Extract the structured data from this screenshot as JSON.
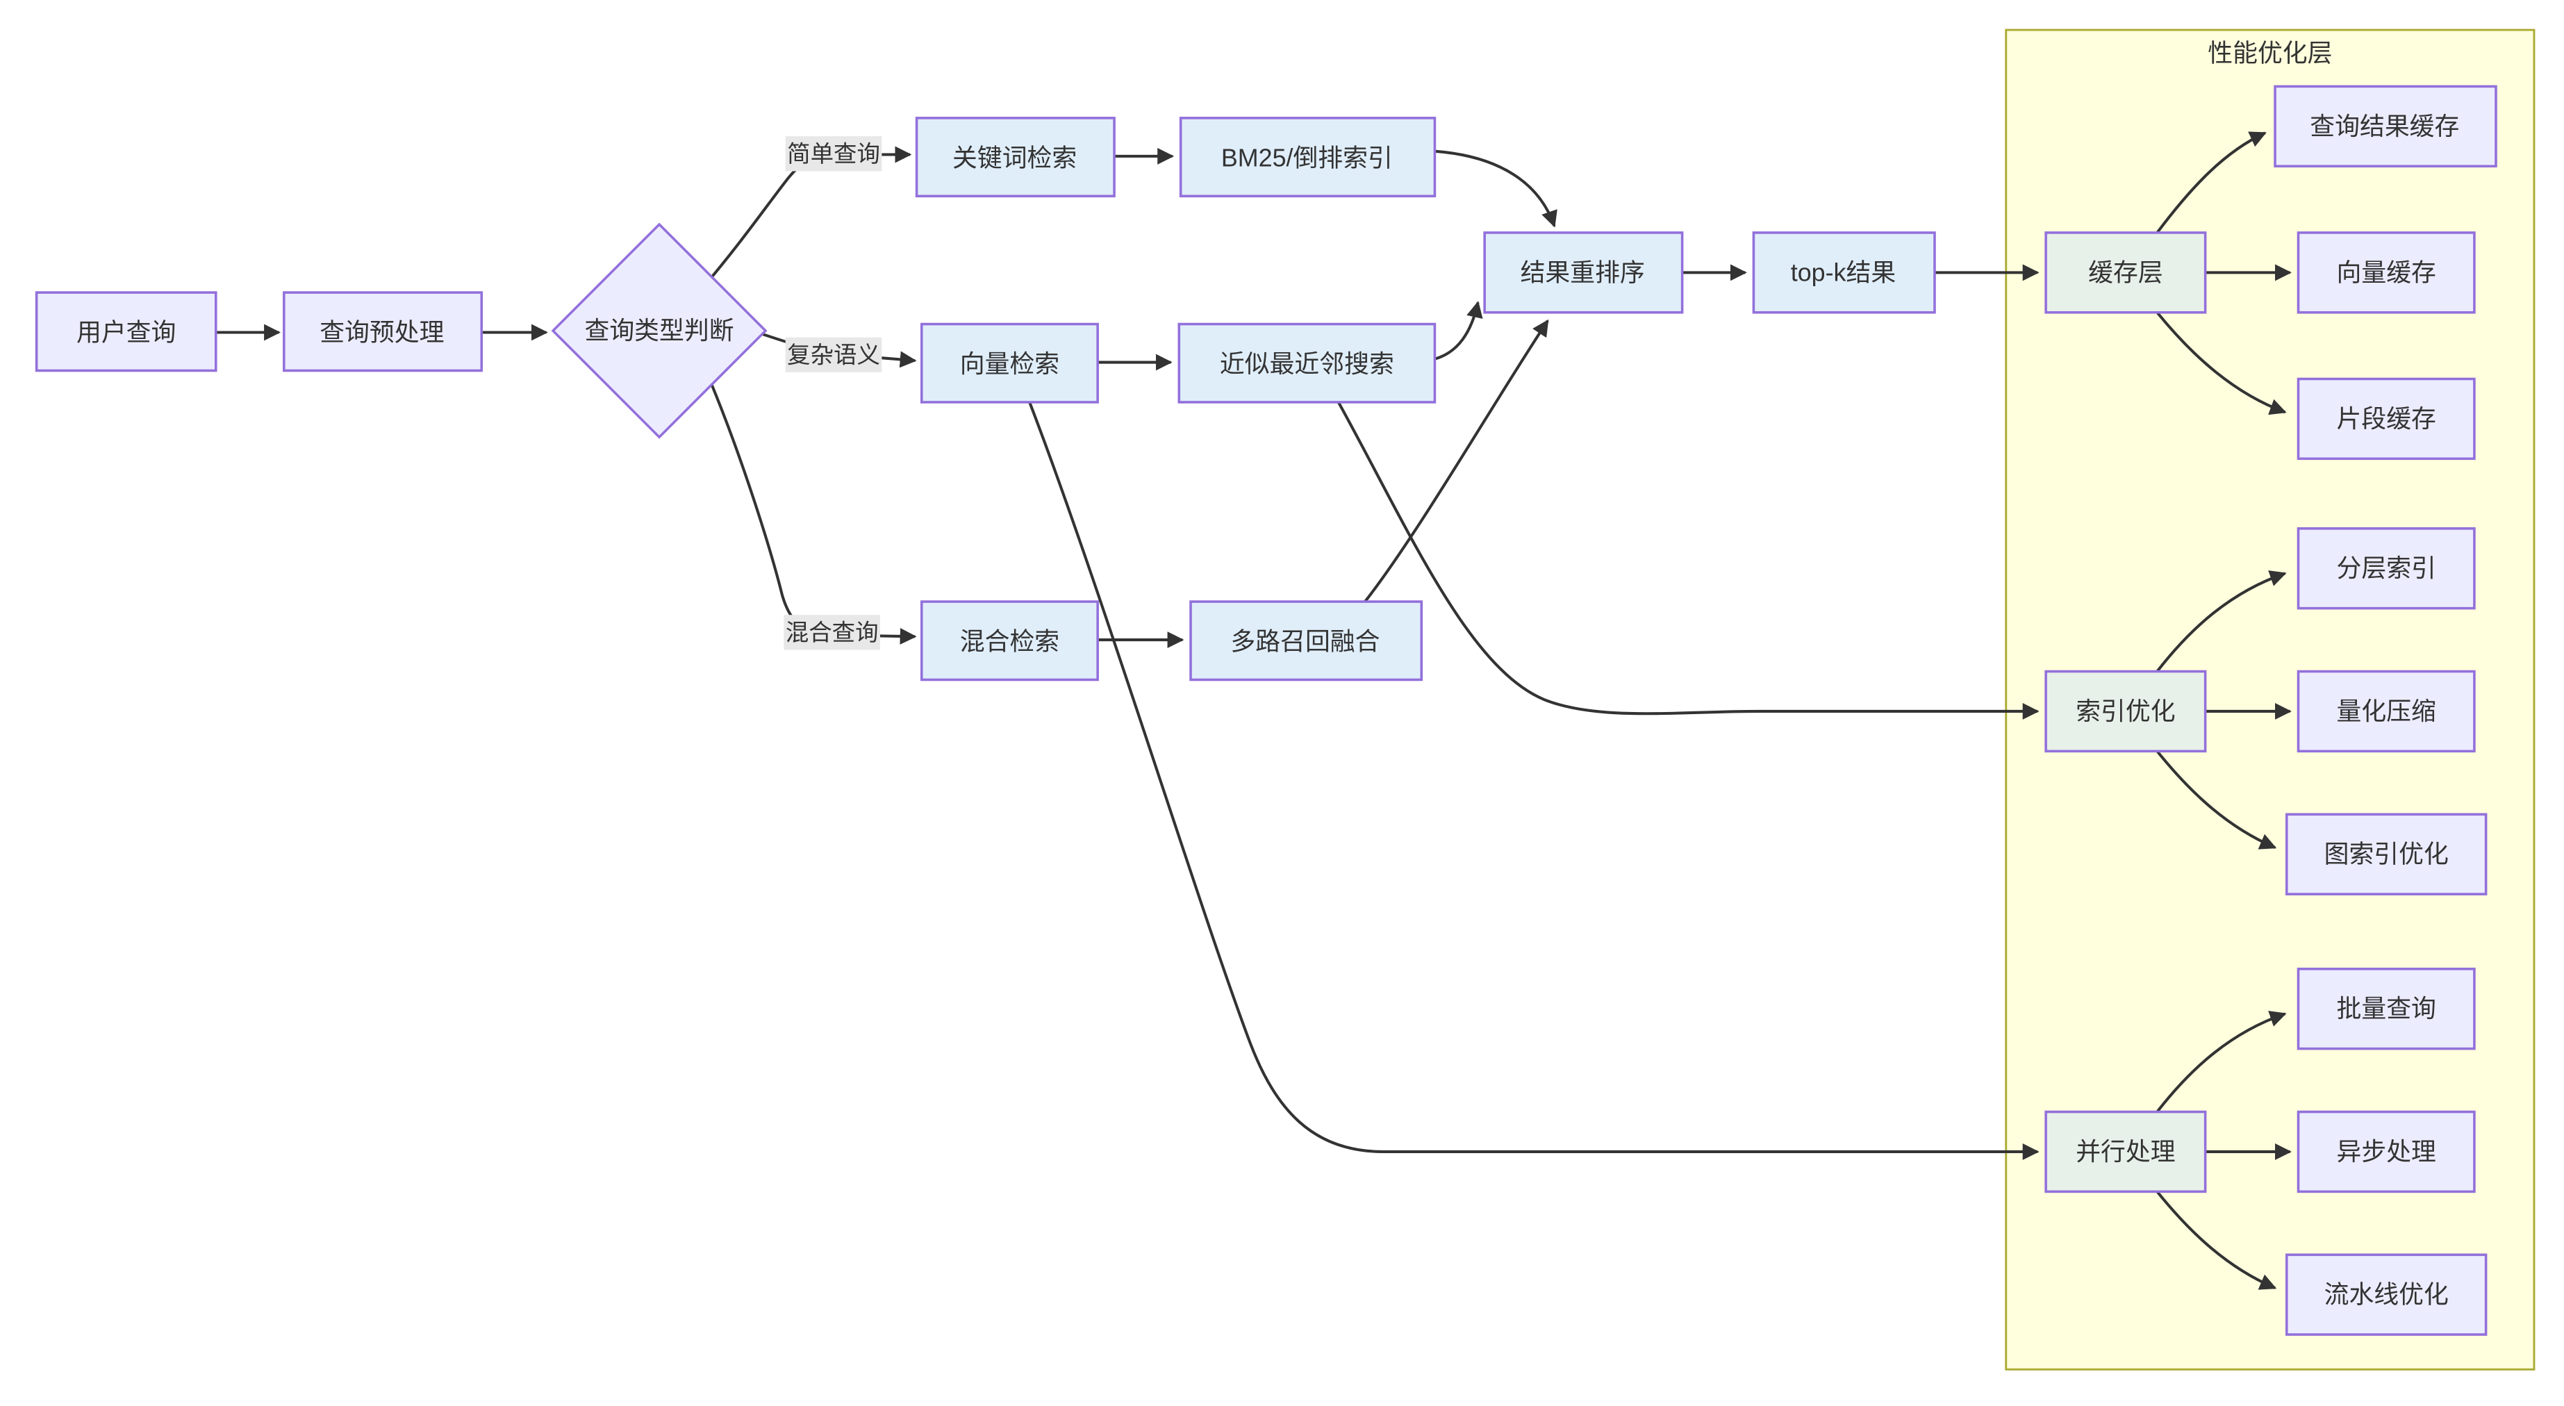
{
  "diagram": {
    "container": {
      "title": "性能优化层"
    },
    "nodes": {
      "user_query": {
        "label": "用户查询"
      },
      "preprocess": {
        "label": "查询预处理"
      },
      "decision": {
        "label": "查询类型判断"
      },
      "keyword": {
        "label": "关键词检索"
      },
      "bm25": {
        "label": "BM25/倒排索引"
      },
      "vector": {
        "label": "向量检索"
      },
      "ann": {
        "label": "近似最近邻搜索"
      },
      "hybrid": {
        "label": "混合检索"
      },
      "fusion": {
        "label": "多路召回融合"
      },
      "rerank": {
        "label": "结果重排序"
      },
      "topk": {
        "label": "top-k结果"
      },
      "cache": {
        "label": "缓存层"
      },
      "qcache": {
        "label": "查询结果缓存"
      },
      "vcache": {
        "label": "向量缓存"
      },
      "fcache": {
        "label": "片段缓存"
      },
      "idxopt": {
        "label": "索引优化"
      },
      "hieridx": {
        "label": "分层索引"
      },
      "quant": {
        "label": "量化压缩"
      },
      "graphidx": {
        "label": "图索引优化"
      },
      "parallel": {
        "label": "并行处理"
      },
      "batch": {
        "label": "批量查询"
      },
      "asyncp": {
        "label": "异步处理"
      },
      "pipeline": {
        "label": "流水线优化"
      }
    },
    "edge_labels": {
      "simple": "简单查询",
      "complex": "复杂语义",
      "hybrid": "混合查询"
    },
    "colors": {
      "node_default_fill": "#ECECFF",
      "node_process_fill": "#E0EEFA",
      "node_optimize_fill": "#E8F1E9",
      "node_stroke": "#9370DB",
      "cluster_fill": "#FFFFDE",
      "cluster_stroke": "#AAAA33",
      "edge_color": "#333333",
      "edge_label_bg": "#E8E8E8",
      "text_color": "#333333",
      "background": "#FFFFFF"
    }
  }
}
